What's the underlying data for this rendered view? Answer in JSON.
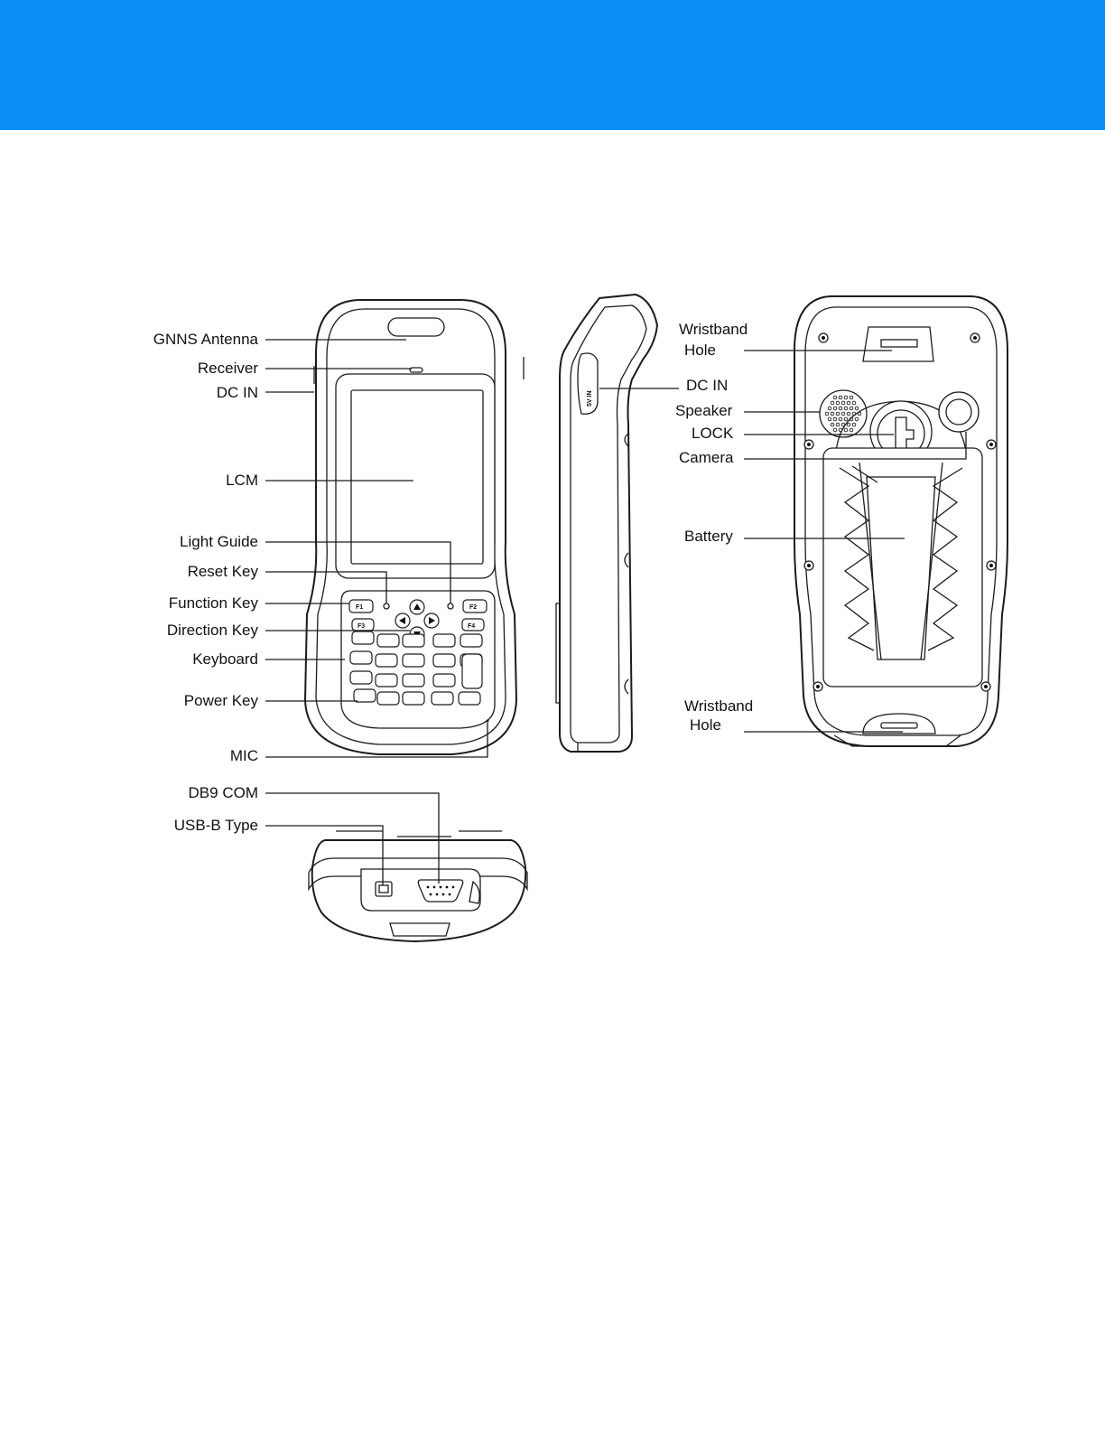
{
  "colors": {
    "header_band": "#0a8ff5",
    "line": "#1a1a1a",
    "text": "#111111"
  },
  "front_view": {
    "labels": {
      "gnns_antenna": "GNNS Antenna",
      "receiver": "Receiver",
      "dc_in": "DC IN",
      "lcm": "LCM",
      "light_guide": "Light Guide",
      "reset_key": "Reset Key",
      "function_key": "Function Key",
      "direction_key": "Direction Key",
      "keyboard": "Keyboard",
      "power_key": "Power Key",
      "mic": "MIC"
    },
    "keys": {
      "f1": "F1",
      "f2": "F2",
      "f3": "F3",
      "f4": "F4"
    }
  },
  "side_view": {
    "port_label": "5V IN",
    "labels": {
      "dc_in": "DC IN"
    }
  },
  "back_view": {
    "labels": {
      "wristband_hole_top_line1": "Wristband",
      "wristband_hole_top_line2": "Hole",
      "speaker": "Speaker",
      "lock": "LOCK",
      "camera": "Camera",
      "battery": "Battery",
      "wristband_hole_bottom_line1": "Wristband",
      "wristband_hole_bottom_line2": "Hole"
    }
  },
  "bottom_view": {
    "labels": {
      "db9_com": "DB9 COM",
      "usb_b_type": "USB-B Type"
    }
  }
}
